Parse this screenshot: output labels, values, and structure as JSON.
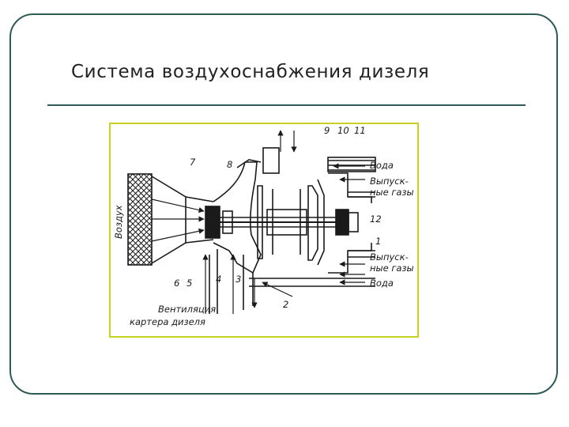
{
  "slide": {
    "title": "Система воздухоснабжения дизеля"
  },
  "diagram": {
    "labels": {
      "air": "Воздух",
      "water_top": "Вода",
      "exhaust_top_1": "Выпуск-",
      "exhaust_top_2": "ные газы",
      "exhaust_bottom_1": "Выпуск-",
      "exhaust_bottom_2": "ные газы",
      "water_bottom": "Вода",
      "ventilation_1": "Вентиляция",
      "ventilation_2": "картера дизеля"
    },
    "numbers": {
      "n1": "1",
      "n2": "2",
      "n3": "3",
      "n4": "4",
      "n5": "5",
      "n6": "6",
      "n7": "7",
      "n8": "8",
      "n9": "9",
      "n10": "10",
      "n11": "11",
      "n12": "12"
    }
  },
  "colors": {
    "frame": "#2f5a55",
    "figure_border": "#c9d21f",
    "ink": "#1a1a1a"
  }
}
